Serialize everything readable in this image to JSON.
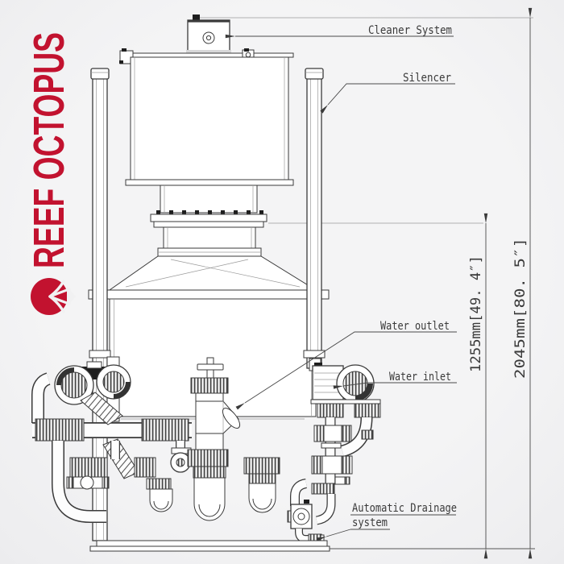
{
  "brand": {
    "name": "REEF OCTOPUS",
    "color": "#c2122f",
    "logo": "octopus-swirl"
  },
  "annotations": {
    "cleaner_system": "Cleaner System",
    "silencer": "Silencer",
    "water_outlet": "Water outlet",
    "water_inlet": "Water inlet",
    "automatic_drainage_line1": "Automatic Drainage",
    "automatic_drainage_line2": "system"
  },
  "dimensions": {
    "flange_to_base": "1255mm[49. 4″]",
    "overall_height": "2045mm[80. 5″]"
  },
  "style": {
    "line_color": "#3a3a3a",
    "label_color": "#3a3a3a",
    "background": "#f1f1f2"
  }
}
